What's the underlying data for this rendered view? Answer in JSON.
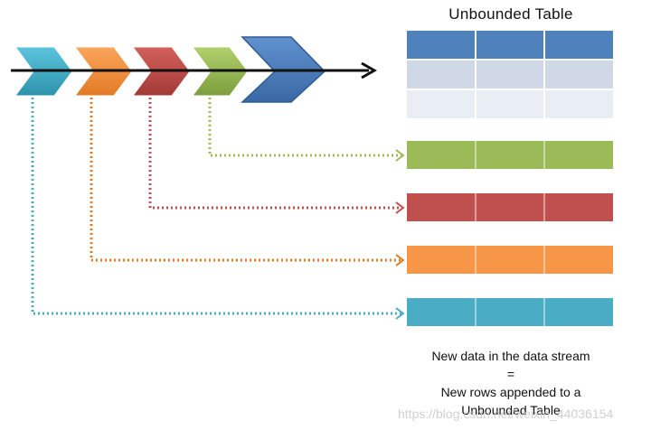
{
  "title": "Unbounded Table",
  "caption": {
    "line1": "New data in the data stream",
    "line2": "=",
    "line3": "New rows appended to a",
    "line4": "Unbounded Table"
  },
  "watermark": "https://blog.csdn.net/weixin_44036154",
  "colors": {
    "teal": "#4bacc6",
    "orange": "#f79646",
    "red": "#c0504d",
    "green": "#9bbb59",
    "blue": "#4f81bd",
    "table_row_light": "#d0d8e8",
    "table_row_lighter": "#e9edf4"
  }
}
